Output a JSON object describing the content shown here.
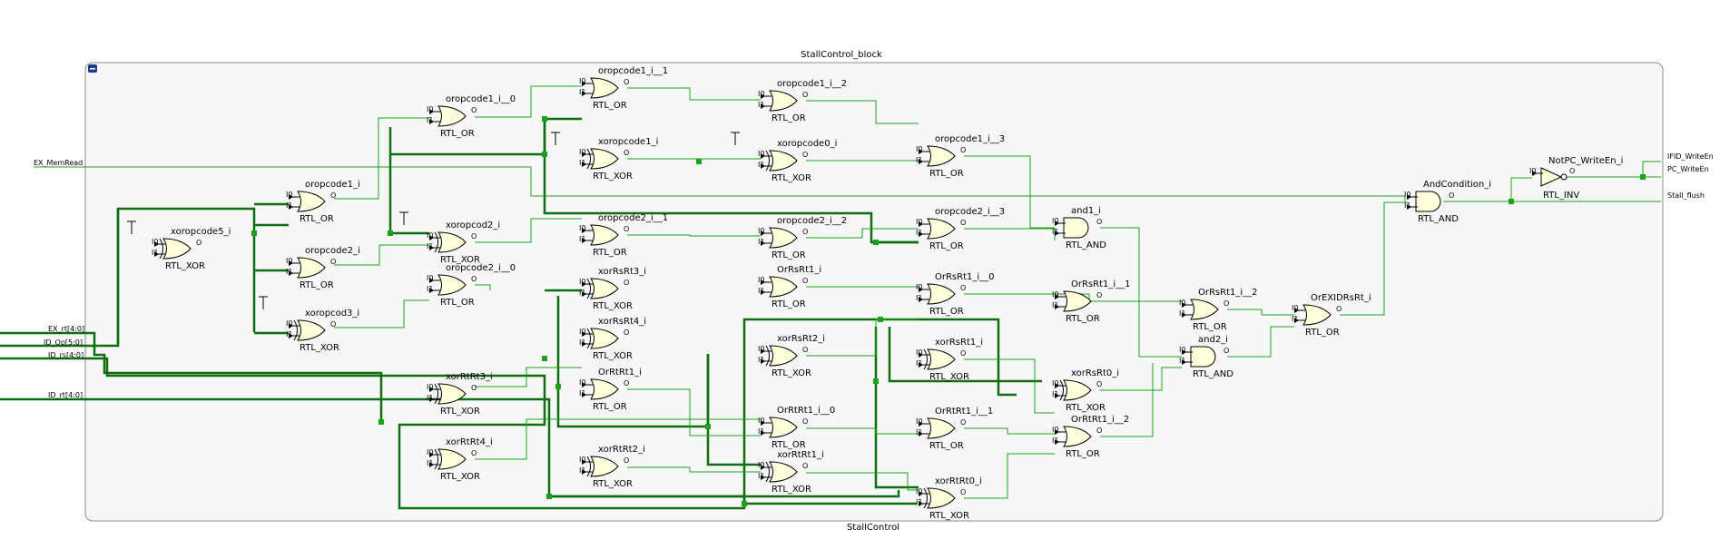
{
  "block": {
    "title": "StallControl_block",
    "footer": "StallControl"
  },
  "pins": {
    "i0": "I0",
    "i1": "I1",
    "o": "O"
  },
  "ports_in": [
    "EX_MemRead",
    "EX_rt[4:0]",
    "ID_Op[5:0]",
    "ID_rs[4:0]",
    "ID_rt[4:0]"
  ],
  "ports_out": [
    "IFID_WriteEn",
    "PC_WriteEn",
    "Stall_flush"
  ],
  "gates": [
    {
      "name": "xoropcode5_i",
      "type": "RTL_XOR"
    },
    {
      "name": "oropcode1_i",
      "type": "RTL_OR"
    },
    {
      "name": "oropcode2_i",
      "type": "RTL_OR"
    },
    {
      "name": "xoropcod3_i",
      "type": "RTL_XOR"
    },
    {
      "name": "oropcode1_i__0",
      "type": "RTL_OR"
    },
    {
      "name": "xoropcod2_i",
      "type": "RTL_XOR"
    },
    {
      "name": "oropcode2_i__0",
      "type": "RTL_OR"
    },
    {
      "name": "oropcode1_i__1",
      "type": "RTL_OR"
    },
    {
      "name": "xoropcode1_i",
      "type": "RTL_XOR"
    },
    {
      "name": "oropcode2_i__1",
      "type": "RTL_OR"
    },
    {
      "name": "xorRsRt3_i",
      "type": "RTL_XOR"
    },
    {
      "name": "xorRsRt4_i",
      "type": "RTL_XOR"
    },
    {
      "name": "OrRtRt1_i",
      "type": "RTL_OR"
    },
    {
      "name": "xorRtRt3_i",
      "type": "RTL_XOR"
    },
    {
      "name": "xorRtRt4_i",
      "type": "RTL_XOR"
    },
    {
      "name": "xorRtRt2_i",
      "type": "RTL_XOR"
    },
    {
      "name": "oropcode1_i__2",
      "type": "RTL_OR"
    },
    {
      "name": "xoropcode0_i",
      "type": "RTL_XOR"
    },
    {
      "name": "oropcode2_i__2",
      "type": "RTL_OR"
    },
    {
      "name": "OrRsRt1_i",
      "type": "RTL_OR"
    },
    {
      "name": "xorRsRt2_i",
      "type": "RTL_XOR"
    },
    {
      "name": "OrRtRt1_i__0",
      "type": "RTL_OR"
    },
    {
      "name": "xorRtRt1_i",
      "type": "RTL_XOR"
    },
    {
      "name": "oropcode1_i__3",
      "type": "RTL_OR"
    },
    {
      "name": "oropcode2_i__3",
      "type": "RTL_OR"
    },
    {
      "name": "OrRsRt1_i__0",
      "type": "RTL_OR"
    },
    {
      "name": "xorRsRt1_i",
      "type": "RTL_XOR"
    },
    {
      "name": "OrRtRt1_i__1",
      "type": "RTL_OR"
    },
    {
      "name": "xorRtRt0_i",
      "type": "RTL_XOR"
    },
    {
      "name": "and1_i",
      "type": "RTL_AND"
    },
    {
      "name": "OrRsRt1_i__1",
      "type": "RTL_OR"
    },
    {
      "name": "xorRsRt0_i",
      "type": "RTL_XOR"
    },
    {
      "name": "OrRtRt1_i__2",
      "type": "RTL_OR"
    },
    {
      "name": "OrRsRt1_i__2",
      "type": "RTL_OR"
    },
    {
      "name": "and2_i",
      "type": "RTL_AND"
    },
    {
      "name": "OrEXIDRsRt_i",
      "type": "RTL_OR"
    },
    {
      "name": "AndCondition_i",
      "type": "RTL_AND"
    },
    {
      "name": "NotPC_WriteEn_i",
      "type": "RTL_INV"
    }
  ]
}
